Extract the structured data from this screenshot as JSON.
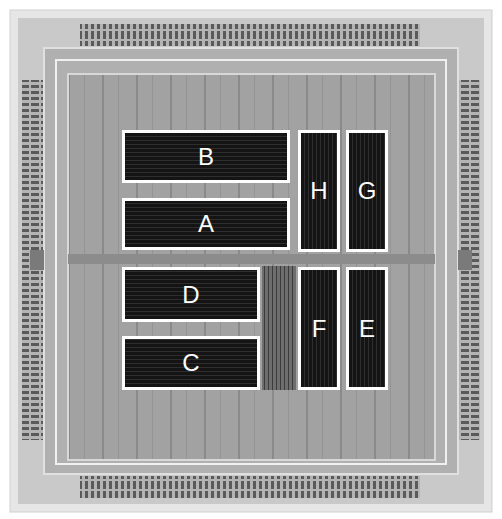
{
  "diagram": {
    "nodes": [
      {
        "text": [
          "B"
        ]
      },
      {
        "text": [
          "H"
        ]
      },
      {
        "text": [
          "G"
        ]
      },
      {
        "text": [
          "A"
        ]
      },
      {
        "text": [
          "D"
        ]
      },
      {
        "text": [
          "F"
        ]
      },
      {
        "text": [
          "E"
        ]
      },
      {
        "text": [
          "C"
        ]
      }
    ]
  }
}
